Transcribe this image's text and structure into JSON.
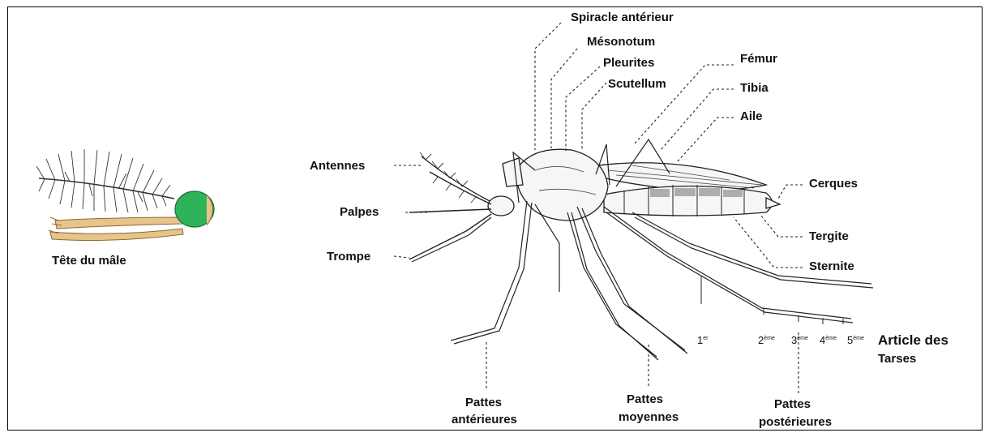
{
  "head_caption": "Tête du mâle",
  "labels": {
    "spiracle": "Spiracle antérieur",
    "mesonotum": "Mésonotum",
    "pleurites": "Pleurites",
    "scutellum": "Scutellum",
    "femur": "Fémur",
    "tibia": "Tibia",
    "aile": "Aile",
    "antennes": "Antennes",
    "palpes": "Palpes",
    "trompe": "Trompe",
    "cerques": "Cerques",
    "tergite": "Tergite",
    "sternite": "Sternite",
    "pattes_anterieures_1": "Pattes",
    "pattes_anterieures_2": "antérieures",
    "pattes_moyennes_1": "Pattes",
    "pattes_moyennes_2": "moyennes",
    "pattes_posterieures_1": "Pattes",
    "pattes_posterieures_2": "postérieures",
    "article_1": "Article des",
    "article_2": "Tarses"
  },
  "tarse_numbers": {
    "n1": "1",
    "n1_sup": "er",
    "n2": "2",
    "n2_sup": "ème",
    "n3": "3",
    "n3_sup": "ème",
    "n4": "4",
    "n4_sup": "ème",
    "n5": "5",
    "n5_sup": "ème"
  },
  "colors": {
    "head_eye": "#2fb35a",
    "head_tan": "#e7c48a"
  }
}
